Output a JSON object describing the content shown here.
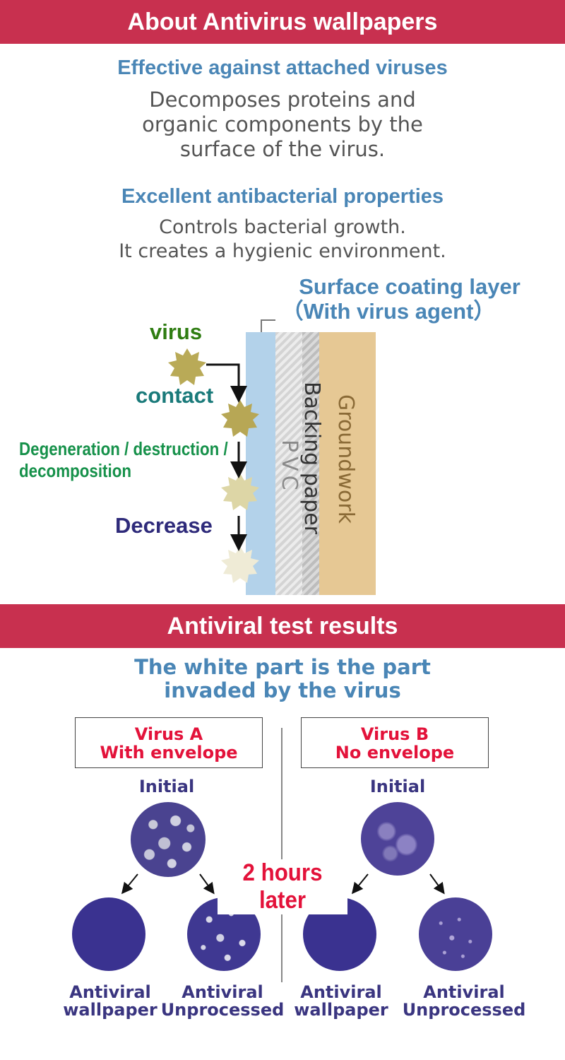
{
  "header": {
    "title": "About Antivirus wallpapers"
  },
  "features": [
    {
      "heading": "Effective against attached viruses",
      "lines": [
        "Decomposes proteins and",
        "organic components by the",
        "surface of the virus."
      ]
    },
    {
      "heading": "Excellent antibacterial properties",
      "lines": [
        "Controls bacterial growth.",
        "It creates a hygienic environment."
      ]
    }
  ],
  "diagram": {
    "coating_title_line1": "Surface coating layer",
    "coating_title_line2": "（With virus agent）",
    "labels": {
      "virus": "virus",
      "contact": "contact",
      "degeneration_line1": "Degeneration / destruction /",
      "degeneration_line2": "decomposition",
      "decrease": "Decrease"
    },
    "layers": {
      "pvc": "PVC",
      "backing": "Backing paper",
      "groundwork": "Groundwork"
    },
    "colors": {
      "virus_label": "#2f7d12",
      "contact_label": "#1a7a7a",
      "degeneration_label": "#16914a",
      "decrease_label": "#2e2a7a",
      "coating": "#b3d2ea",
      "pvc": "#dcdcdc",
      "groundwork": "#e6c894"
    }
  },
  "results": {
    "title": "Antiviral test results",
    "subtitle_line1": "The white part is the part",
    "subtitle_line2": "invaded by the virus",
    "time_label": "2 hours later",
    "panels": [
      {
        "name_line1": "Virus A",
        "name_line2": "With envelope",
        "initial_label": "Initial",
        "outcomes": [
          {
            "line1": "Antiviral",
            "line2": "wallpaper"
          },
          {
            "line1": "Antiviral",
            "line2": "Unprocessed"
          }
        ]
      },
      {
        "name_line1": "Virus B",
        "name_line2": "No envelope",
        "initial_label": "Initial",
        "outcomes": [
          {
            "line1": "Antiviral",
            "line2": "wallpaper"
          },
          {
            "line1": "Antiviral",
            "line2": "Unprocessed"
          }
        ]
      }
    ]
  },
  "colors": {
    "banner": "#c8304f",
    "heading_blue": "#4a86b6",
    "navy": "#3a3580",
    "red": "#e3123a"
  }
}
